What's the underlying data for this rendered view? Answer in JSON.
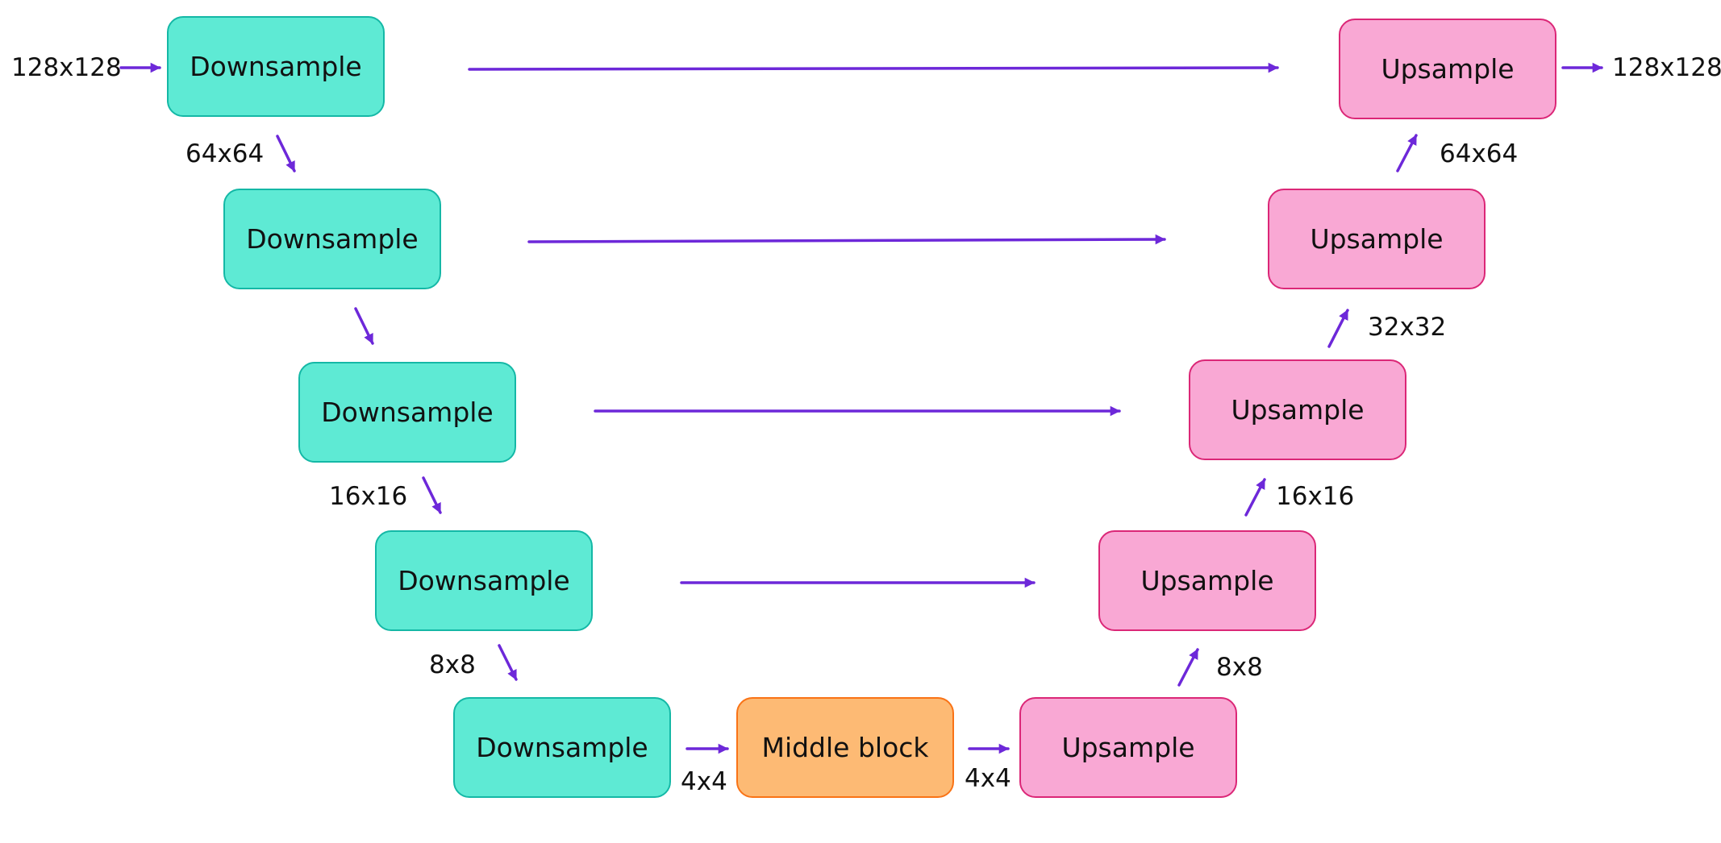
{
  "colors": {
    "downsample_fill": "#5eead4",
    "downsample_border": "#14b8a6",
    "upsample_fill": "#f9a8d4",
    "upsample_border": "#db2777",
    "middle_fill": "#fdba74",
    "middle_border": "#f97316",
    "arrow": "#6d28d9"
  },
  "encoder": [
    {
      "label": "Downsample"
    },
    {
      "label": "Downsample"
    },
    {
      "label": "Downsample"
    },
    {
      "label": "Downsample"
    },
    {
      "label": "Downsample"
    }
  ],
  "middle": {
    "label": "Middle block"
  },
  "decoder": [
    {
      "label": "Upsample"
    },
    {
      "label": "Upsample"
    },
    {
      "label": "Upsample"
    },
    {
      "label": "Upsample"
    },
    {
      "label": "Upsample"
    }
  ],
  "resolutions": {
    "input": "128x128",
    "output": "128x128",
    "enc_64": "64x64",
    "enc_16": "16x16",
    "enc_8": "8x8",
    "bottleneck_in": "4x4",
    "bottleneck_out": "4x4",
    "dec_8": "8x8",
    "dec_16": "16x16",
    "dec_32": "32x32",
    "dec_64": "64x64"
  }
}
